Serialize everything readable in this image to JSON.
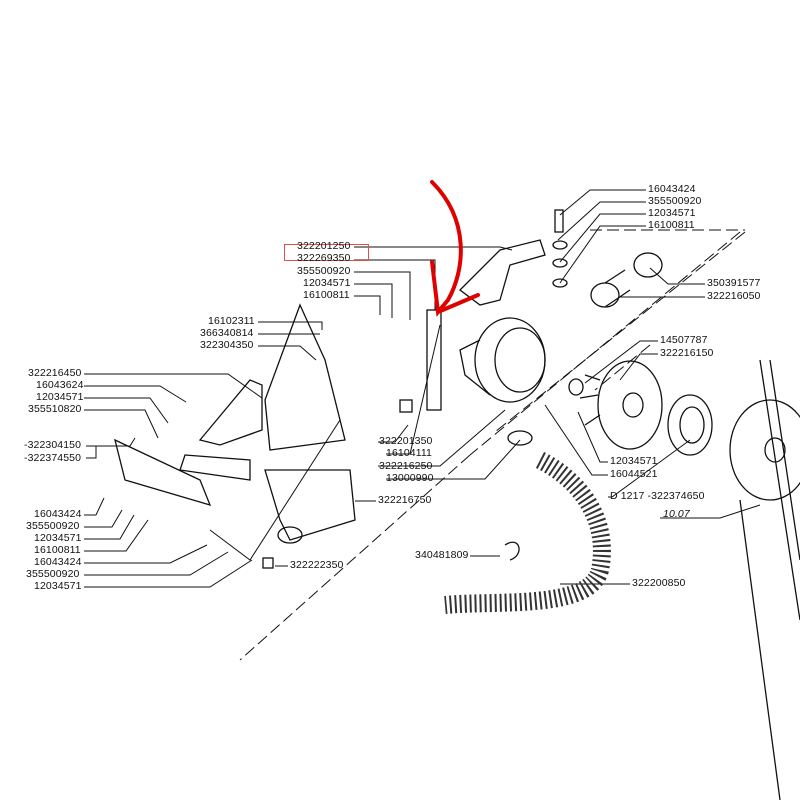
{
  "diagram": {
    "highlight_color": "#e05050",
    "arrow_color": "#e00000",
    "highlighted_parts": [
      "322201250",
      "322269350"
    ],
    "labels": {
      "top_right": [
        "16043424",
        "355500920",
        "12034571",
        "16100811"
      ],
      "hose_clamp": "350391577",
      "hose_short": "322216050",
      "fan_nut": "14507787",
      "fan": "322216150",
      "fan_washer": "12034571",
      "fan_bolt": "16044521",
      "pulley": "D 1217 -322374650",
      "ref": "10.07",
      "bracket_top": [
        "322201250",
        "322269350",
        "355500920",
        "12034571",
        "16100811"
      ],
      "clip_group": [
        "16102311",
        "366340814",
        "322304350"
      ],
      "left_upper": [
        "322216450",
        "16043624",
        "12034571",
        "355510820"
      ],
      "left_bracket": [
        "-322304150",
        "-322374550"
      ],
      "left_lower": [
        "16043424",
        "355500920",
        "12034571",
        "16100811",
        "16043424",
        "355500920",
        "12034571"
      ],
      "nut": "322222350",
      "center": [
        "322201350",
        "16104111",
        "322216250",
        "13000990"
      ],
      "duct": "322216750",
      "ring": "340481809",
      "hose_long": "322200850"
    }
  }
}
